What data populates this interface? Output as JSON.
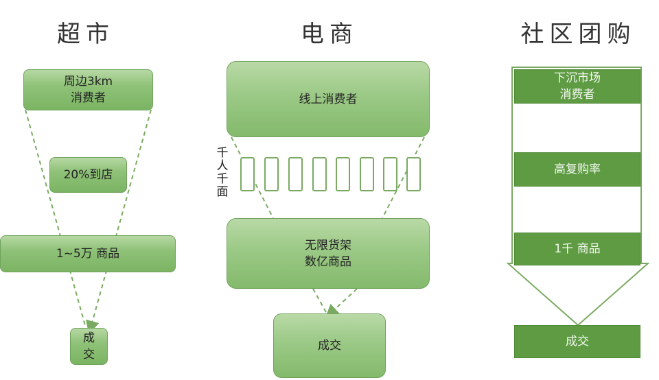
{
  "columns": {
    "supermarket": {
      "title": "超市",
      "box1": "周边3km\n消费者",
      "box2": "20%到店",
      "box3": "1~5万 商品",
      "box4": "成\n交"
    },
    "ecommerce": {
      "title": "电商",
      "box1": "线上消费者",
      "side_label": "千\n人\n千\n面",
      "box2": "无限货架\n数亿商品",
      "box3": "成交"
    },
    "community": {
      "title": "社区团购",
      "box1": "下沉市场\n消费者",
      "box2": "高复购率",
      "box3": "1千 商品",
      "box4": "成交"
    }
  },
  "colors": {
    "green_light": "#b7d8a4",
    "green_dark": "#5e9b43",
    "line": "#7aaa62"
  }
}
